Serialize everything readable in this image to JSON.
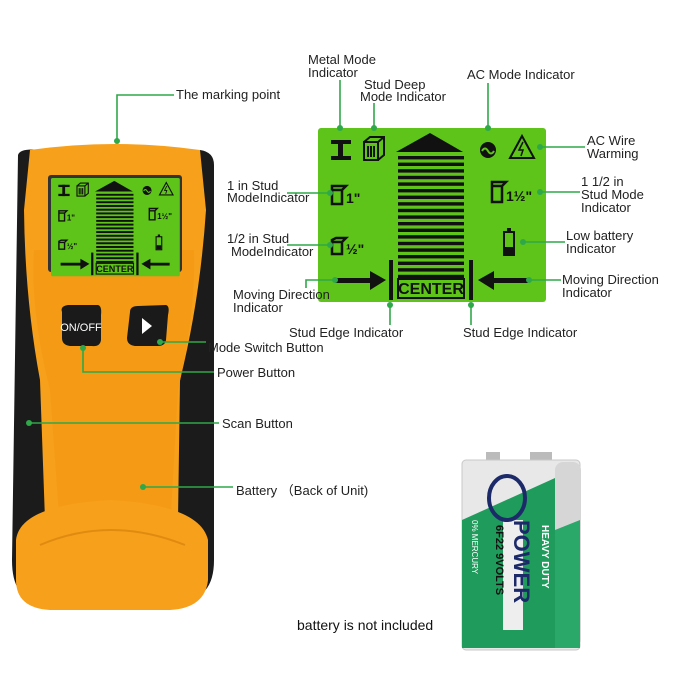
{
  "device": {
    "lcd_center_label": "CENTER",
    "power_button_label": "ON/OFF",
    "stud_1in_mark": "1\"",
    "stud_half_mark": "½\"",
    "stud_1half_mark": "1½\"",
    "colors": {
      "body": "#f7a01c",
      "grip": "#1b1b1b",
      "lcd": "#5ec41a",
      "lcd_small": "#8fe04a",
      "leader": "#2fa84a"
    }
  },
  "labels": {
    "marking_point": "The marking point",
    "mode_switch": "Mode Switch Button",
    "power": "Power Button",
    "scan": "Scan Button",
    "battery": "Battery （Back of Unit)",
    "metal_mode": [
      "Metal Mode",
      "Indicator"
    ],
    "stud_deep": [
      "Stud Deep",
      "Mode Indicator"
    ],
    "ac_mode": "AC Mode Indicator",
    "ac_wire": [
      "AC Wire",
      "Warming"
    ],
    "stud_1in": [
      "1 in Stud",
      "ModeIndicator"
    ],
    "stud_1half": [
      "1 1/2 in",
      "Stud Mode",
      "Indicator"
    ],
    "stud_half": [
      "1/2 in Stud",
      "ModeIndicator"
    ],
    "low_battery": [
      "Low battery",
      "Indicator"
    ],
    "moving_left": [
      "Moving Direction",
      "Indicator"
    ],
    "moving_right": [
      "Moving Direction",
      "Indicator"
    ],
    "stud_edge_left": "Stud Edge Indicator",
    "stud_edge_right": "Stud Edge Indicator"
  },
  "battery_image": {
    "brand": "POWER",
    "line1": "HEAVY DUTY",
    "line2": "6F22 9VOLTS",
    "line3": "0% MERCURY"
  },
  "note": "battery is not included"
}
